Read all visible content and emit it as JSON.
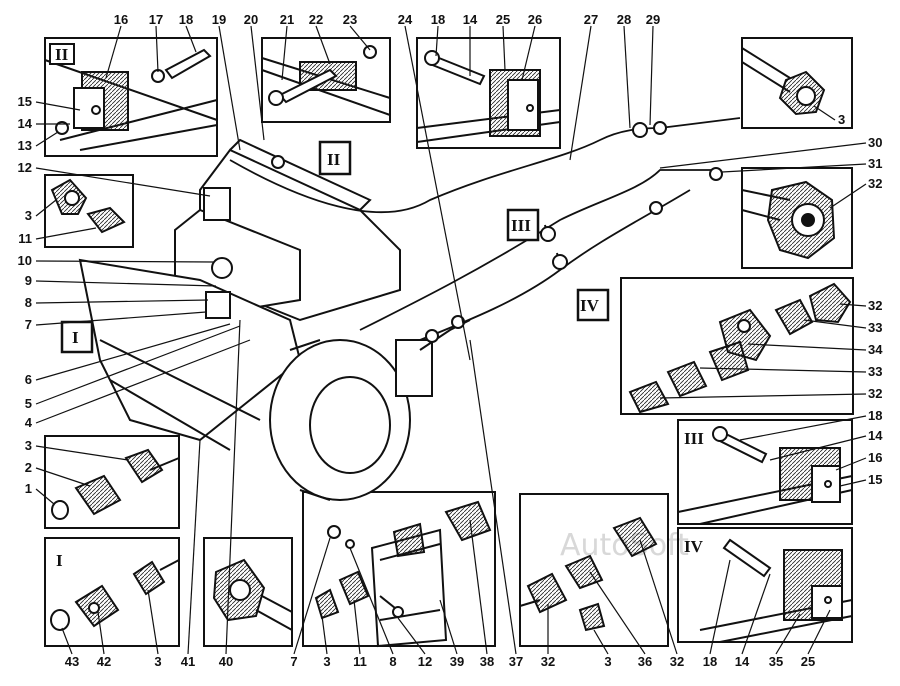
{
  "watermark": "AutoSoft",
  "callouts": {
    "top": [
      "16",
      "17",
      "18",
      "19",
      "20",
      "21",
      "22",
      "23",
      "24",
      "18",
      "14",
      "25",
      "26",
      "27",
      "28",
      "29"
    ],
    "left": [
      "15",
      "14",
      "13",
      "12",
      "3",
      "11",
      "10",
      "9",
      "8",
      "7",
      "6",
      "5",
      "4",
      "3",
      "2",
      "1"
    ],
    "right": [
      "3",
      "30",
      "31",
      "32",
      "32",
      "33",
      "34",
      "33",
      "32",
      "18",
      "14",
      "16",
      "15"
    ],
    "bottom": [
      "43",
      "42",
      "3",
      "41",
      "40",
      "7",
      "3",
      "11",
      "8",
      "12",
      "39",
      "38",
      "37",
      "32",
      "3",
      "36",
      "32",
      "18",
      "14",
      "35",
      "25"
    ]
  },
  "view_labels": {
    "II_top": "II",
    "II_mid": "II",
    "III_mid": "III",
    "IV_mid": "IV",
    "I_left": "I",
    "I_bottom": "I",
    "III_right": "III",
    "IV_right": "IV"
  }
}
